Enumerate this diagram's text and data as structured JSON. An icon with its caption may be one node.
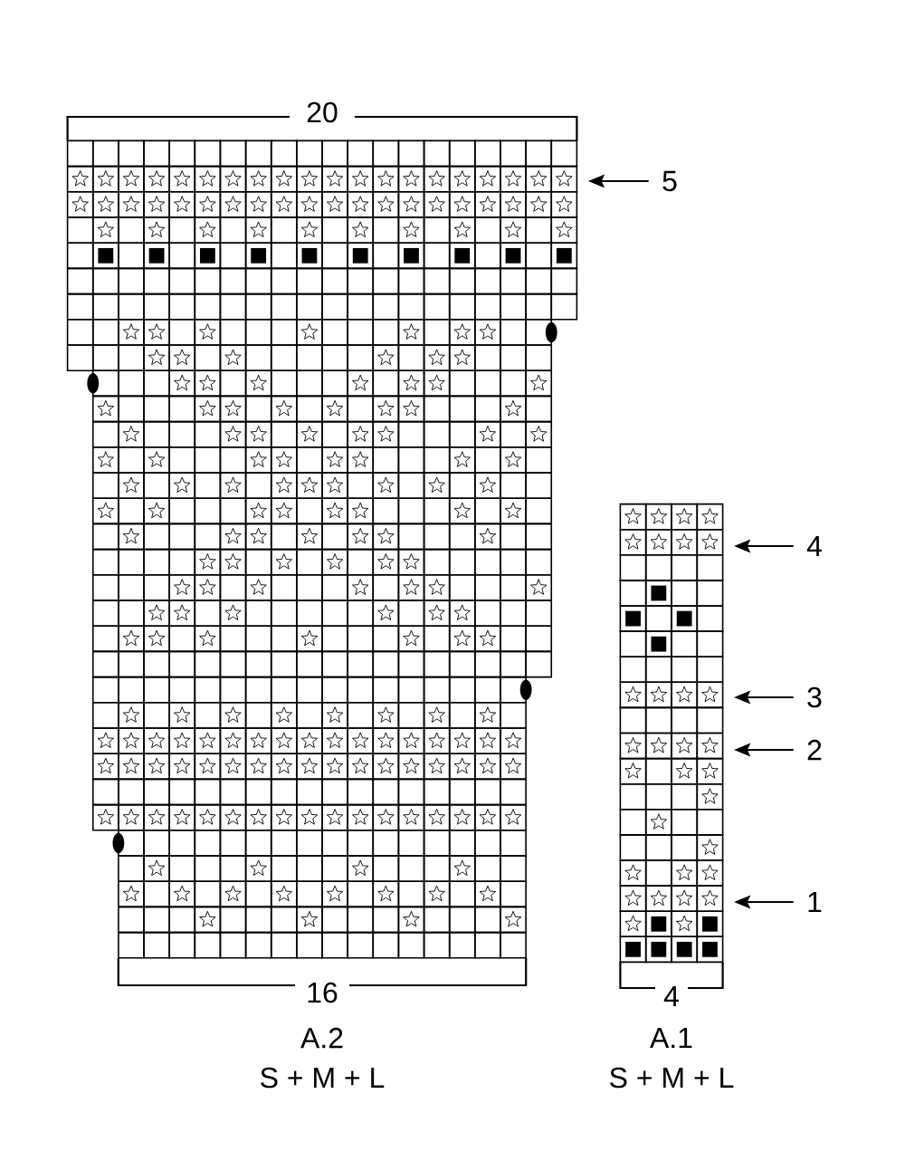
{
  "diagram": {
    "nodes": [
      {
        "text": [],
        "shape": "box"
      },
      {
        "text": [
          "5"
        ]
      },
      {
        "text": [],
        "shape": "box"
      },
      {
        "text": [
          "4"
        ]
      },
      {
        "text": [
          "3"
        ]
      },
      {
        "text": [
          "2"
        ]
      },
      {
        "text": [
          "1"
        ]
      }
    ],
    "edges": [
      {
        "from": 1,
        "to": 0,
        "arrow": "to"
      },
      {
        "from": 3,
        "to": 2,
        "arrow": "to"
      },
      {
        "from": 4,
        "to": 2,
        "arrow": "to"
      },
      {
        "from": 5,
        "to": 2,
        "arrow": "to"
      },
      {
        "from": 6,
        "to": 2,
        "arrow": "to"
      }
    ],
    "labels": [
      "20",
      "16",
      "A.2",
      "S + M + L",
      "4",
      "A.1",
      "S + M + L"
    ]
  }
}
